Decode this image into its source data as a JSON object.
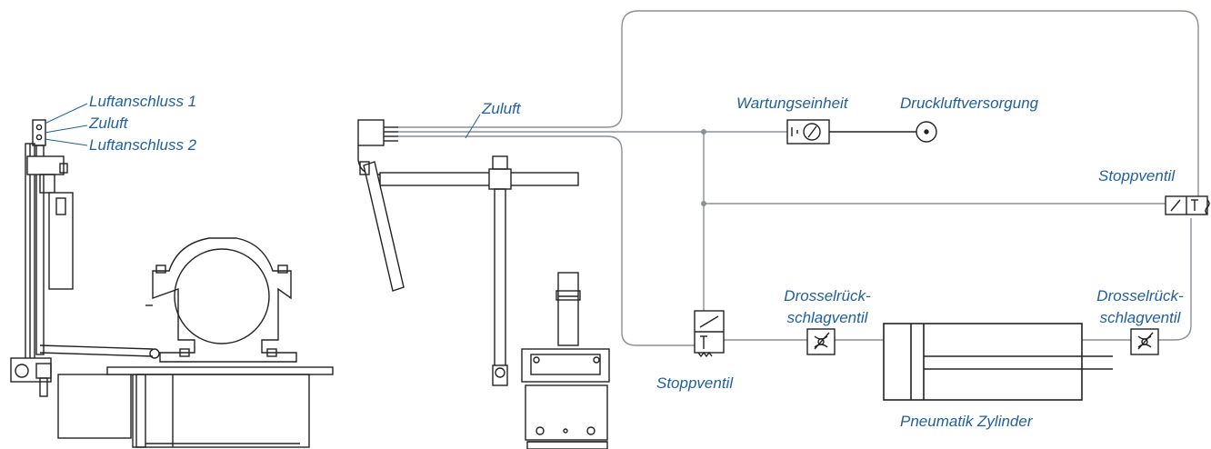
{
  "labels": {
    "luftanschluss_1": "Luftanschluss 1",
    "zuluft_left": "Zuluft",
    "luftanschluss_2": "Luftanschluss 2",
    "zuluft_mid": "Zuluft",
    "wartungseinheit": "Wartungseinheit",
    "druckluftversorgung": "Druckluftversorgung",
    "stoppventil_right": "Stoppventil",
    "drossel_left_line1": "Drosselrück-",
    "drossel_left_line2": "schlagventil",
    "drossel_right_line1": "Drosselrück-",
    "drossel_right_line2": "schlagventil",
    "stoppventil_bottom": "Stoppventil",
    "pneumatik_zylinder": "Pneumatik Zylinder"
  },
  "colors": {
    "label": "#1f5f9e",
    "line": "#222222",
    "pipe": "#8a9096",
    "leader": "#1f5f9e"
  }
}
